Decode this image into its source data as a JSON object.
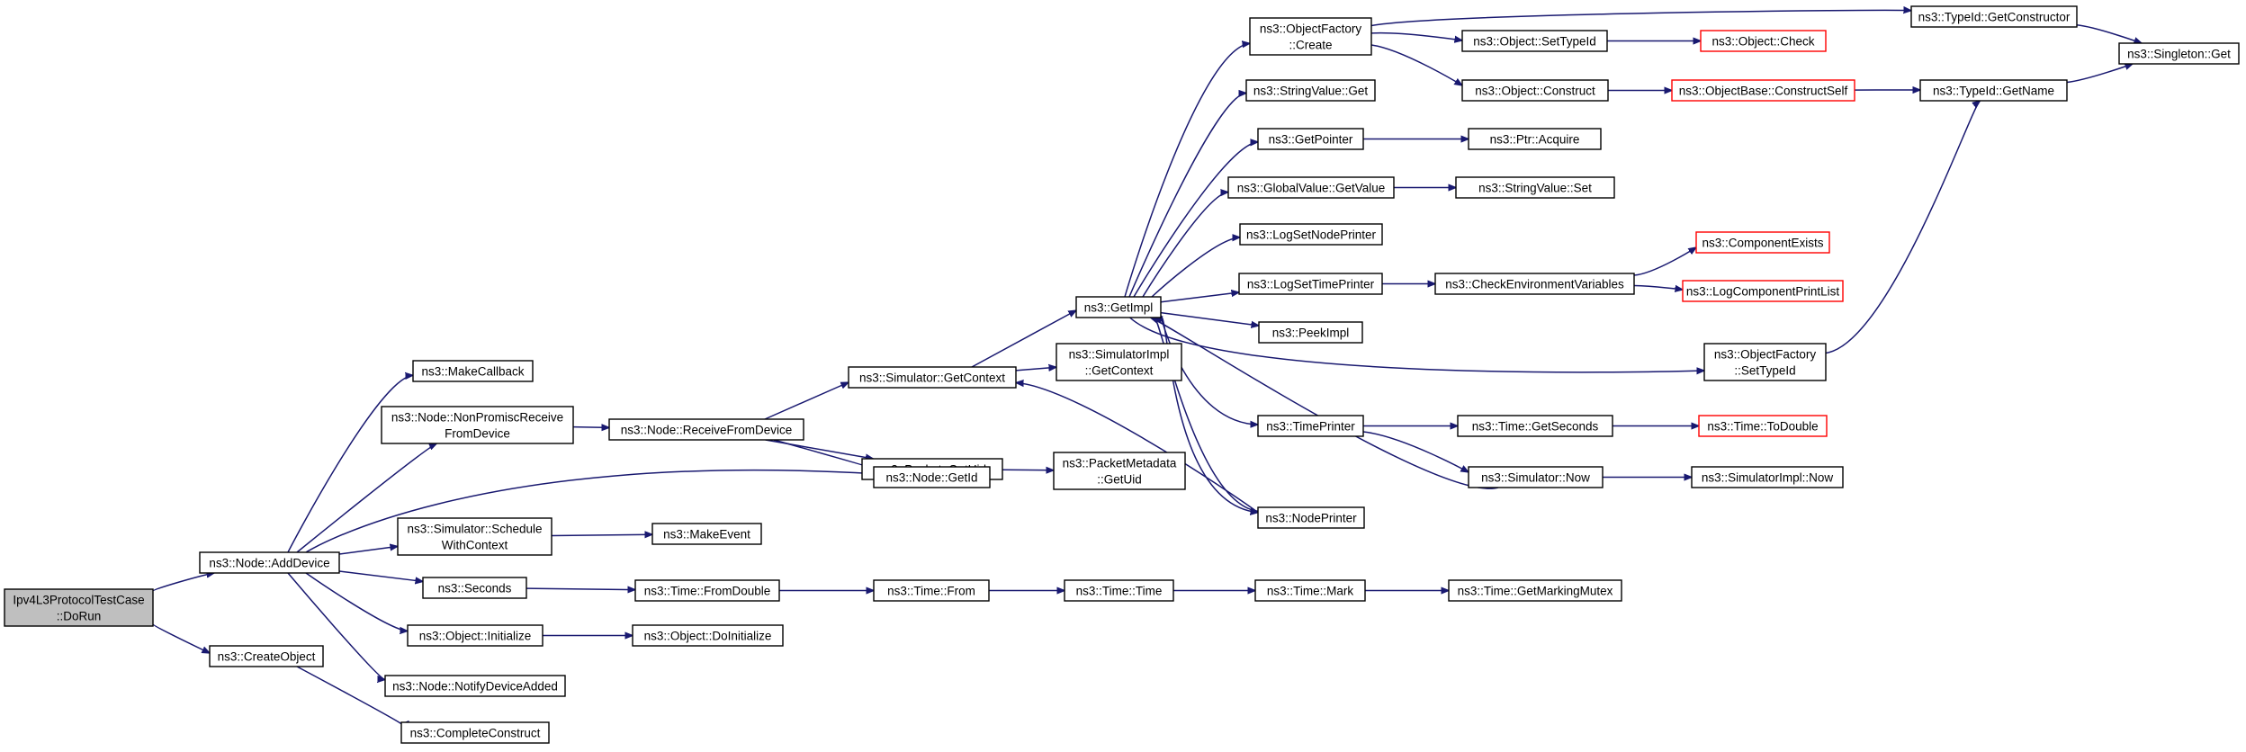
{
  "diagram": {
    "type": "call-graph",
    "colors": {
      "edge": "#191970",
      "root_fill": "#bfbfbf",
      "node_fill": "#ffffff",
      "node_border": "#000000",
      "truncated_border": "#ff0000"
    },
    "nodes": [
      {
        "id": "root",
        "lines": [
          "Ipv4L3ProtocolTestCase",
          "::DoRun"
        ],
        "root": true
      },
      {
        "id": "adddevice",
        "lines": [
          "ns3::Node::AddDevice"
        ]
      },
      {
        "id": "createobject",
        "lines": [
          "ns3::CreateObject"
        ]
      },
      {
        "id": "makecallback",
        "lines": [
          "ns3::MakeCallback"
        ]
      },
      {
        "id": "nonpromisc",
        "lines": [
          "ns3::Node::NonPromiscReceive",
          "FromDevice"
        ]
      },
      {
        "id": "schedulectx",
        "lines": [
          "ns3::Simulator::Schedule",
          "WithContext"
        ]
      },
      {
        "id": "seconds",
        "lines": [
          "ns3::Seconds"
        ]
      },
      {
        "id": "objinit",
        "lines": [
          "ns3::Object::Initialize"
        ]
      },
      {
        "id": "notifydev",
        "lines": [
          "ns3::Node::NotifyDeviceAdded"
        ]
      },
      {
        "id": "completeconstruct",
        "lines": [
          "ns3::CompleteConstruct"
        ]
      },
      {
        "id": "receivefromdevice",
        "lines": [
          "ns3::Node::ReceiveFromDevice"
        ]
      },
      {
        "id": "makeevent",
        "lines": [
          "ns3::MakeEvent"
        ]
      },
      {
        "id": "fromdouble",
        "lines": [
          "ns3::Time::FromDouble"
        ]
      },
      {
        "id": "doinitialize",
        "lines": [
          "ns3::Object::DoInitialize"
        ]
      },
      {
        "id": "simgetcontext",
        "lines": [
          "ns3::Simulator::GetContext"
        ]
      },
      {
        "id": "packetgetuid",
        "lines": [
          "ns3::Packet::GetUid"
        ]
      },
      {
        "id": "nodegetid",
        "lines": [
          "ns3::Node::GetId"
        ]
      },
      {
        "id": "timefrom",
        "lines": [
          "ns3::Time::From"
        ]
      },
      {
        "id": "getimpl",
        "lines": [
          "ns3::GetImpl"
        ]
      },
      {
        "id": "simimplgetcontext",
        "lines": [
          "ns3::SimulatorImpl",
          "::GetContext"
        ]
      },
      {
        "id": "pktmetagetuid",
        "lines": [
          "ns3::PacketMetadata",
          "::GetUid"
        ]
      },
      {
        "id": "timetime",
        "lines": [
          "ns3::Time::Time"
        ]
      },
      {
        "id": "objfactorycreate",
        "lines": [
          "ns3::ObjectFactory",
          "::Create"
        ]
      },
      {
        "id": "stringvalueget",
        "lines": [
          "ns3::StringValue::Get"
        ]
      },
      {
        "id": "getpointer",
        "lines": [
          "ns3::GetPointer"
        ]
      },
      {
        "id": "globalvaluegetvalue",
        "lines": [
          "ns3::GlobalValue::GetValue"
        ]
      },
      {
        "id": "logsetnodeprinter",
        "lines": [
          "ns3::LogSetNodePrinter"
        ]
      },
      {
        "id": "logsettimeprinter",
        "lines": [
          "ns3::LogSetTimePrinter"
        ]
      },
      {
        "id": "peekimpl",
        "lines": [
          "ns3::PeekImpl"
        ]
      },
      {
        "id": "timeprinter",
        "lines": [
          "ns3::TimePrinter"
        ]
      },
      {
        "id": "nodeprinter",
        "lines": [
          "ns3::NodePrinter"
        ]
      },
      {
        "id": "timemark",
        "lines": [
          "ns3::Time::Mark"
        ]
      },
      {
        "id": "objsettypeid",
        "lines": [
          "ns3::Object::SetTypeId"
        ]
      },
      {
        "id": "objconstruct",
        "lines": [
          "ns3::Object::Construct"
        ]
      },
      {
        "id": "ptracquire",
        "lines": [
          "ns3::Ptr::Acquire"
        ]
      },
      {
        "id": "stringvalueset",
        "lines": [
          "ns3::StringValue::Set"
        ]
      },
      {
        "id": "checkenv",
        "lines": [
          "ns3::CheckEnvironmentVariables"
        ]
      },
      {
        "id": "timegetseconds",
        "lines": [
          "ns3::Time::GetSeconds"
        ]
      },
      {
        "id": "simnow",
        "lines": [
          "ns3::Simulator::Now"
        ]
      },
      {
        "id": "getmarkingmutex",
        "lines": [
          "ns3::Time::GetMarkingMutex"
        ]
      },
      {
        "id": "objcheck",
        "lines": [
          "ns3::Object::Check"
        ],
        "truncated": true
      },
      {
        "id": "objbaseconstructself",
        "lines": [
          "ns3::ObjectBase::ConstructSelf"
        ],
        "truncated": true
      },
      {
        "id": "componentexists",
        "lines": [
          "ns3::ComponentExists"
        ],
        "truncated": true
      },
      {
        "id": "logcomponentprintlist",
        "lines": [
          "ns3::LogComponentPrintList"
        ],
        "truncated": true
      },
      {
        "id": "objfactorysettypeid",
        "lines": [
          "ns3::ObjectFactory",
          "::SetTypeId"
        ]
      },
      {
        "id": "timetodouble",
        "lines": [
          "ns3::Time::ToDouble"
        ],
        "truncated": true
      },
      {
        "id": "simimplnow",
        "lines": [
          "ns3::SimulatorImpl::Now"
        ]
      },
      {
        "id": "typeidgetconstructor",
        "lines": [
          "ns3::TypeId::GetConstructor"
        ]
      },
      {
        "id": "typeidgetname",
        "lines": [
          "ns3::TypeId::GetName"
        ]
      },
      {
        "id": "singletonget",
        "lines": [
          "ns3::Singleton::Get"
        ]
      }
    ],
    "edges": [
      [
        "root",
        "adddevice"
      ],
      [
        "root",
        "createobject"
      ],
      [
        "adddevice",
        "makecallback"
      ],
      [
        "adddevice",
        "nonpromisc"
      ],
      [
        "adddevice",
        "nodegetid"
      ],
      [
        "adddevice",
        "schedulectx"
      ],
      [
        "adddevice",
        "seconds"
      ],
      [
        "adddevice",
        "objinit"
      ],
      [
        "adddevice",
        "notifydev"
      ],
      [
        "createobject",
        "completeconstruct"
      ],
      [
        "nonpromisc",
        "receivefromdevice"
      ],
      [
        "receivefromdevice",
        "simgetcontext"
      ],
      [
        "receivefromdevice",
        "packetgetuid"
      ],
      [
        "receivefromdevice",
        "nodegetid"
      ],
      [
        "schedulectx",
        "makeevent"
      ],
      [
        "seconds",
        "fromdouble"
      ],
      [
        "fromdouble",
        "timefrom"
      ],
      [
        "timefrom",
        "timetime"
      ],
      [
        "timetime",
        "timemark"
      ],
      [
        "timemark",
        "getmarkingmutex"
      ],
      [
        "objinit",
        "doinitialize"
      ],
      [
        "simgetcontext",
        "getimpl"
      ],
      [
        "simgetcontext",
        "simimplgetcontext"
      ],
      [
        "packetgetuid",
        "pktmetagetuid"
      ],
      [
        "getimpl",
        "objfactorycreate"
      ],
      [
        "getimpl",
        "stringvalueget"
      ],
      [
        "getimpl",
        "getpointer"
      ],
      [
        "getimpl",
        "globalvaluegetvalue"
      ],
      [
        "getimpl",
        "logsetnodeprinter"
      ],
      [
        "getimpl",
        "logsettimeprinter"
      ],
      [
        "getimpl",
        "peekimpl"
      ],
      [
        "getimpl",
        "objfactorysettypeid"
      ],
      [
        "getimpl",
        "timeprinter"
      ],
      [
        "getimpl",
        "nodeprinter"
      ],
      [
        "nodeprinter",
        "simgetcontext"
      ],
      [
        "nodeprinter",
        "getimpl"
      ],
      [
        "simnow",
        "getimpl"
      ],
      [
        "objfactorycreate",
        "typeidgetconstructor"
      ],
      [
        "objfactorycreate",
        "objsettypeid"
      ],
      [
        "objfactorycreate",
        "objconstruct"
      ],
      [
        "objsettypeid",
        "objcheck"
      ],
      [
        "objconstruct",
        "objbaseconstructself"
      ],
      [
        "objbaseconstructself",
        "typeidgetname"
      ],
      [
        "getpointer",
        "ptracquire"
      ],
      [
        "globalvaluegetvalue",
        "stringvalueset"
      ],
      [
        "logsettimeprinter",
        "checkenv"
      ],
      [
        "checkenv",
        "componentexists"
      ],
      [
        "checkenv",
        "logcomponentprintlist"
      ],
      [
        "timeprinter",
        "timegetseconds"
      ],
      [
        "timeprinter",
        "simnow"
      ],
      [
        "timegetseconds",
        "timetodouble"
      ],
      [
        "simnow",
        "simimplnow"
      ],
      [
        "objfactorysettypeid",
        "typeidgetname"
      ],
      [
        "typeidgetconstructor",
        "singletonget"
      ],
      [
        "typeidgetname",
        "singletonget"
      ]
    ]
  }
}
